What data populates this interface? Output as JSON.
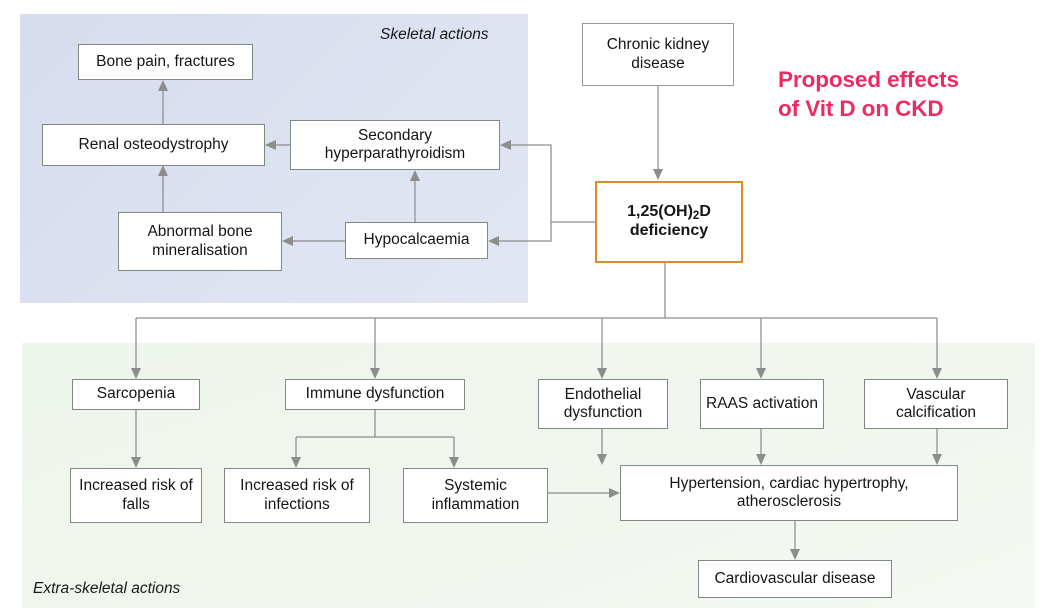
{
  "title": {
    "line1": "Proposed effects",
    "line2": "of Vit D on CKD",
    "color": "#ee2a62"
  },
  "panels": {
    "skeletal": {
      "label": "Skeletal actions",
      "color": "#dde2f1"
    },
    "extra_skeletal": {
      "label": "Extra-skeletal actions",
      "color": "#f1f6ef"
    }
  },
  "nodes": {
    "chronic_kidney_disease": "Chronic kidney disease",
    "deficiency_line1": "1,25(OH)",
    "deficiency_sub": "2",
    "deficiency_line1_tail": "D",
    "deficiency_line2": "deficiency",
    "bone_pain": "Bone pain, fractures",
    "renal_osteodystrophy": "Renal osteodystrophy",
    "secondary_hyperparathyroidism": "Secondary hyperparathyroidism",
    "abnormal_bone_mineralisation": "Abnormal bone mineralisation",
    "hypocalcaemia": "Hypocalcaemia",
    "sarcopenia": "Sarcopenia",
    "immune_dysfunction": "Immune dysfunction",
    "endothelial_dysfunction": "Endothelial dysfunction",
    "raas_activation": "RAAS activation",
    "vascular_calcification": "Vascular calcification",
    "increased_risk_falls": "Increased risk of falls",
    "increased_risk_infections": "Increased risk of infections",
    "systemic_inflammation": "Systemic inflammation",
    "hypertension_group": "Hypertension, cardiac hypertrophy, atherosclerosis",
    "cardiovascular_disease": "Cardiovascular disease"
  },
  "edges": [
    {
      "from": "chronic_kidney_disease",
      "to": "deficiency"
    },
    {
      "from": "deficiency",
      "to": "secondary_hyperparathyroidism"
    },
    {
      "from": "deficiency",
      "to": "hypocalcaemia"
    },
    {
      "from": "secondary_hyperparathyroidism",
      "to": "renal_osteodystrophy"
    },
    {
      "from": "hypocalcaemia",
      "to": "secondary_hyperparathyroidism"
    },
    {
      "from": "hypocalcaemia",
      "to": "abnormal_bone_mineralisation"
    },
    {
      "from": "abnormal_bone_mineralisation",
      "to": "renal_osteodystrophy"
    },
    {
      "from": "renal_osteodystrophy",
      "to": "bone_pain"
    },
    {
      "from": "deficiency",
      "to": "sarcopenia"
    },
    {
      "from": "deficiency",
      "to": "immune_dysfunction"
    },
    {
      "from": "deficiency",
      "to": "endothelial_dysfunction"
    },
    {
      "from": "deficiency",
      "to": "raas_activation"
    },
    {
      "from": "deficiency",
      "to": "vascular_calcification"
    },
    {
      "from": "sarcopenia",
      "to": "increased_risk_falls"
    },
    {
      "from": "immune_dysfunction",
      "to": "increased_risk_infections"
    },
    {
      "from": "immune_dysfunction",
      "to": "systemic_inflammation"
    },
    {
      "from": "systemic_inflammation",
      "to": "hypertension_group"
    },
    {
      "from": "endothelial_dysfunction",
      "to": "hypertension_group"
    },
    {
      "from": "raas_activation",
      "to": "hypertension_group"
    },
    {
      "from": "vascular_calcification",
      "to": "hypertension_group"
    },
    {
      "from": "hypertension_group",
      "to": "cardiovascular_disease"
    }
  ]
}
